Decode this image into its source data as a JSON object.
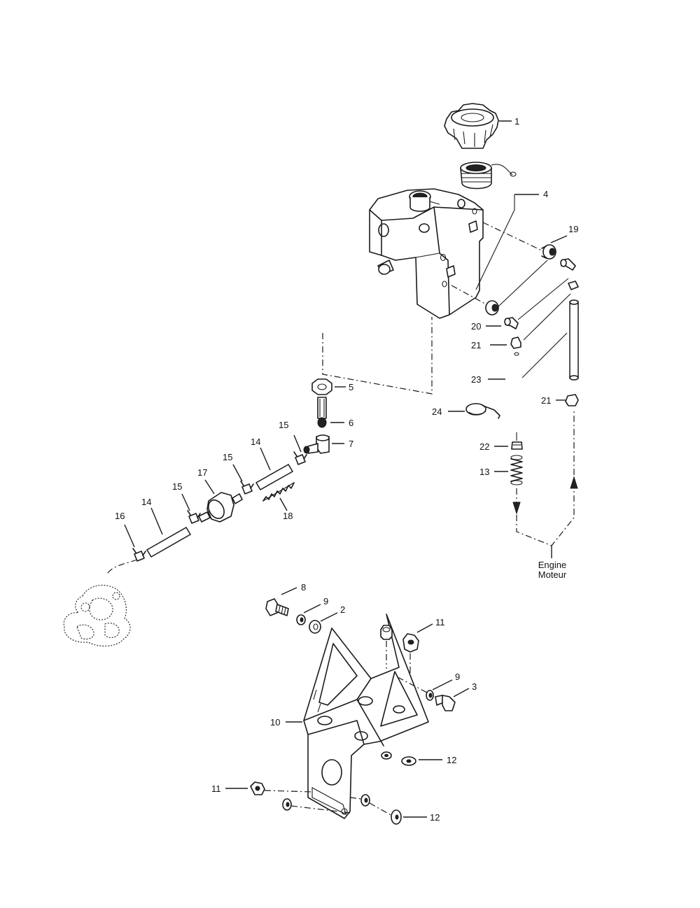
{
  "callouts": {
    "c1": "1",
    "c2": "2",
    "c3": "3",
    "c4": "4",
    "c5": "5",
    "c6": "6",
    "c7": "7",
    "c8": "8",
    "c9a": "9",
    "c9b": "9",
    "c10": "10",
    "c11a": "11",
    "c11b": "11",
    "c12a": "12",
    "c12b": "12",
    "c13": "13",
    "c14a": "14",
    "c14b": "14",
    "c15a": "15",
    "c15b": "15",
    "c15c": "15",
    "c16": "16",
    "c17": "17",
    "c18": "18",
    "c19": "19",
    "c20": "20",
    "c21a": "21",
    "c21b": "21",
    "c22": "22",
    "c23": "23",
    "c24": "24"
  },
  "engine_label": {
    "line1": "Engine",
    "line2": "Moteur"
  }
}
